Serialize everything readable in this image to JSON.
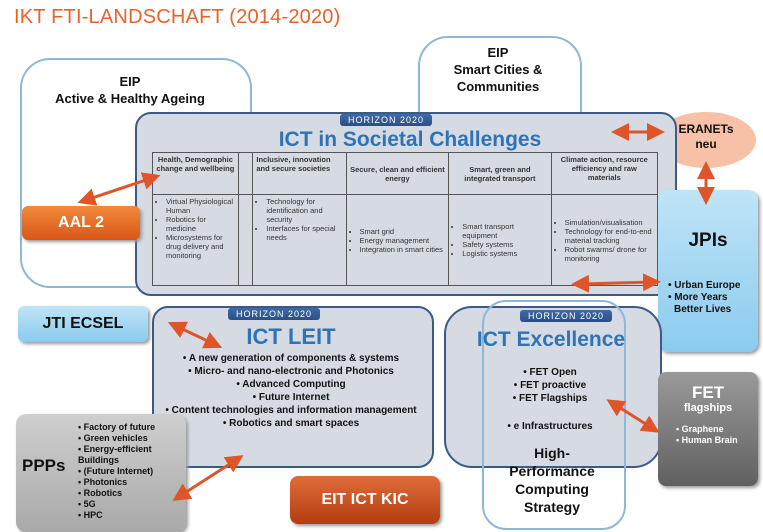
{
  "page": {
    "title": "IKT FTI-LANDSCHAFT (2014-2020)"
  },
  "eip_ahe": {
    "line1": "EIP",
    "line2": "Active & Healthy Ageing"
  },
  "eip_sc": {
    "line1": "EIP",
    "line2": "Smart Cities &",
    "line3": "Communities"
  },
  "eranets": {
    "line1": "ERANETs",
    "line2": "neu"
  },
  "ict_sc": {
    "banner": "HORIZON 2020",
    "title": "ICT in Societal Challenges",
    "columns": [
      {
        "header": "Health, Demographic change and wellbeing",
        "items": [
          "Virtual Physiological Human",
          "Robotics for medicine",
          "Microsystems for drug delivery and monitoring"
        ]
      },
      {
        "header": "Inclusive, innovation and secure societies",
        "items": [
          "Technology for identification and security",
          "Interfaces for special needs"
        ]
      },
      {
        "header": "Secure, clean and efficient energy",
        "items": [
          "Smart grid",
          "Energy management",
          "Integration in smart cities"
        ]
      },
      {
        "header": "Smart, green and integrated transport",
        "items": [
          "Smart transport equipment",
          "Safety systems",
          "Logistic systems"
        ]
      },
      {
        "header": "Climate action, resource efficiency and raw materials",
        "items": [
          "Simulation/visualisation",
          "Technology for end-to-end material tracking",
          "Robot swarms/ drone for monitoring"
        ]
      }
    ]
  },
  "aal": {
    "label": "AAL 2"
  },
  "jpis": {
    "title": "JPIs",
    "items": [
      "Urban Europe",
      "More Years Better Lives"
    ]
  },
  "jti": {
    "label": "JTI ECSEL"
  },
  "ict_leit": {
    "banner": "HORIZON 2020",
    "title": "ICT LEIT",
    "items": [
      "A new generation of components & systems",
      "Micro- and nano-electronic and Photonics",
      "Advanced Computing",
      "Future Internet",
      "Content technologies and information management",
      "Robotics and smart spaces"
    ]
  },
  "ict_exc": {
    "banner": "HORIZON 2020",
    "title": "ICT Excellence",
    "items": [
      "FET Open",
      "FET proactive",
      "FET Flagships"
    ],
    "infra": "e Infrastructures",
    "hpc": [
      "High-",
      "Performance",
      "Computing",
      "Strategy"
    ]
  },
  "fet": {
    "title": "FET",
    "subtitle": "flagships",
    "items": [
      "Graphene",
      "Human Brain"
    ]
  },
  "ppps": {
    "label": "PPPs",
    "items": [
      "Factory of future",
      "Green vehicles",
      "Energy-efficient Buildings",
      "(Future Internet)",
      "Photonics",
      "Robotics",
      "5G",
      "HPC"
    ]
  },
  "eit": {
    "label": "EIT ICT KIC"
  },
  "colors": {
    "orange": "#e8622c",
    "blue_title": "#2f73b7",
    "box_border": "#3b5a86",
    "arrow": "#e0542a"
  }
}
